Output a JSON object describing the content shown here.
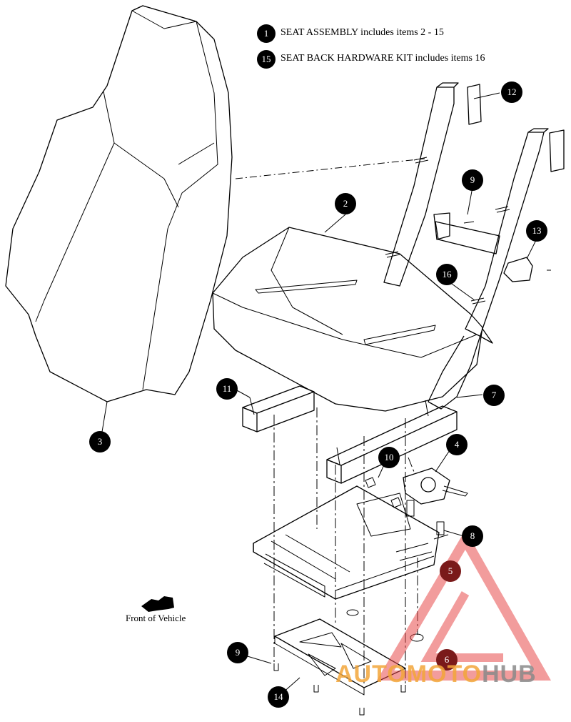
{
  "notes": [
    {
      "number": "1",
      "text": "SEAT ASSEMBLY includes items 2 - 15"
    },
    {
      "number": "15",
      "text": "SEAT BACK HARDWARE KIT includes items 16"
    }
  ],
  "callouts": [
    {
      "id": "c2",
      "label": "2"
    },
    {
      "id": "c3",
      "label": "3"
    },
    {
      "id": "c4",
      "label": "4"
    },
    {
      "id": "c5",
      "label": "5"
    },
    {
      "id": "c6",
      "label": "6"
    },
    {
      "id": "c7",
      "label": "7"
    },
    {
      "id": "c8",
      "label": "8"
    },
    {
      "id": "c9a",
      "label": "9"
    },
    {
      "id": "c9b",
      "label": "9"
    },
    {
      "id": "c10",
      "label": "10"
    },
    {
      "id": "c11",
      "label": "11"
    },
    {
      "id": "c12",
      "label": "12"
    },
    {
      "id": "c13",
      "label": "13"
    },
    {
      "id": "c14",
      "label": "14"
    },
    {
      "id": "c16",
      "label": "16"
    }
  ],
  "front_label": "Front of Vehicle",
  "watermark": {
    "part1": "AUTOMOTO",
    "part2": "HUB"
  },
  "colors": {
    "line": "#000000",
    "watermark_red": "#e84c4c",
    "watermark_orange": "#f3a63a",
    "watermark_gray": "#8a8a8a"
  }
}
